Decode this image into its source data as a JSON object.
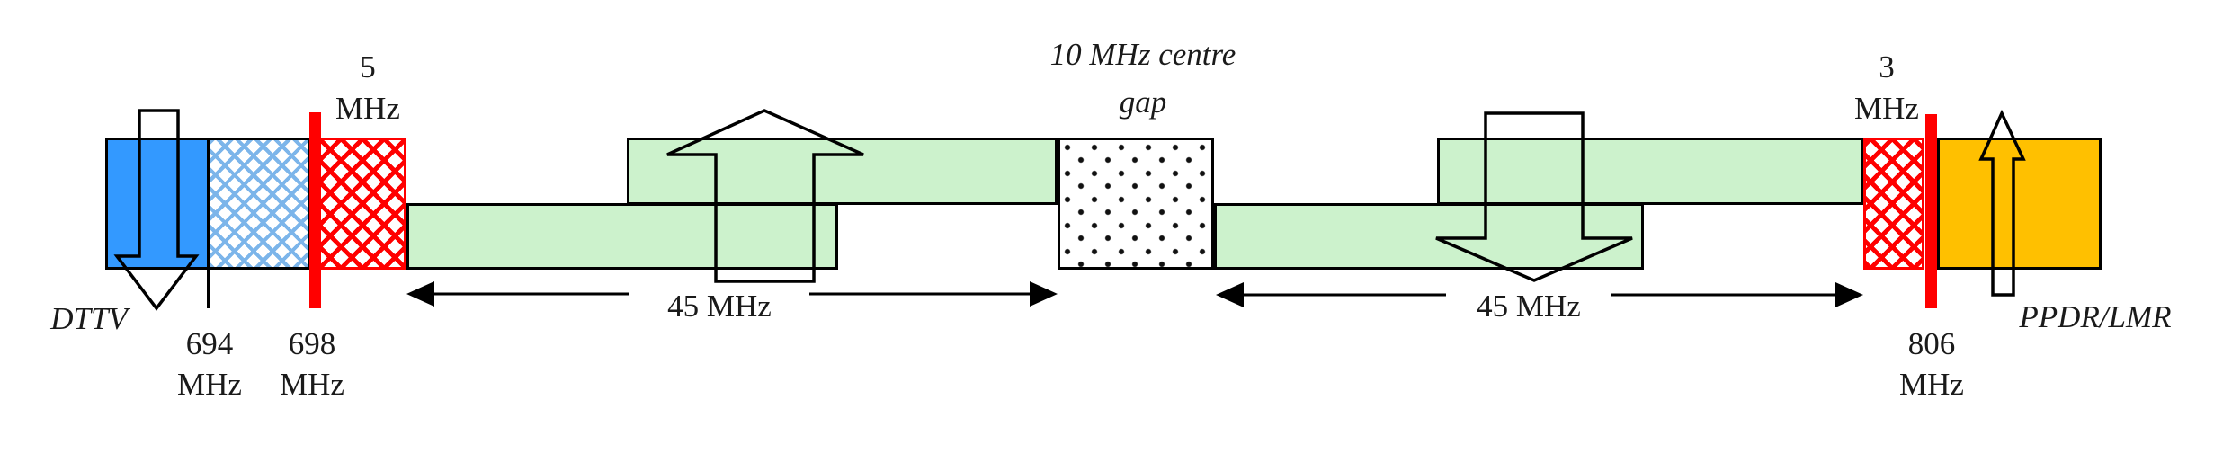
{
  "diagram": {
    "type": "spectrum-band-plan",
    "labels": {
      "dttv": "DTTV",
      "ppdr_lmr": "PPDR/LMR",
      "centre_gap": {
        "line1": "10 MHz centre",
        "line2": "gap"
      },
      "guard_left": {
        "line1": "5",
        "line2": "MHz"
      },
      "guard_right": {
        "line1": "3",
        "line2": "MHz"
      },
      "freq_694": {
        "line1": "694",
        "line2": "MHz"
      },
      "freq_698": {
        "line1": "698",
        "line2": "MHz"
      },
      "freq_806": {
        "line1": "806",
        "line2": "MHz"
      },
      "span_left": "45 MHz",
      "span_right": "45 MHz"
    },
    "colors": {
      "dttv_blue": "#3399FF",
      "hatch_blue": "#7CB5EA",
      "guard_red": "#FF0000",
      "band_green": "#CCF2CC",
      "ppdr_orange": "#FFC000",
      "outline": "#000000"
    }
  }
}
